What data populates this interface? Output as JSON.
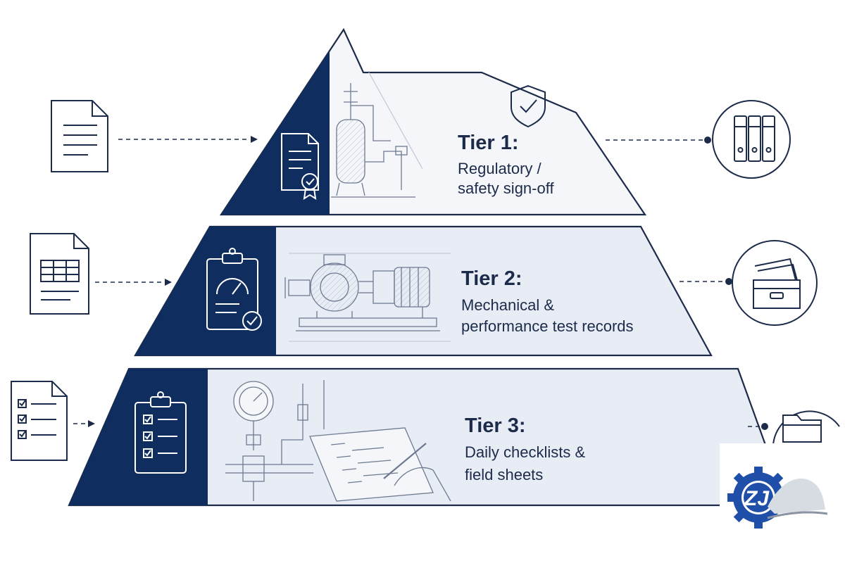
{
  "tiers": [
    {
      "title": "Tier 1:",
      "line1": "Regulatory /",
      "line2": "safety sign-off"
    },
    {
      "title": "Tier 2:",
      "line1": "Mechanical &",
      "line2": "performance test records"
    },
    {
      "title": "Tier 3:",
      "line1": "Daily checklists &",
      "line2": "field sheets"
    }
  ],
  "logo": {
    "text": "ZJ"
  },
  "colors": {
    "navy": "#0f2d5e",
    "band_fill": "#e8edf5",
    "top_fill": "#f4f6fa",
    "line": "#1c2b4a",
    "sketch": "#6d7a90"
  },
  "icons": {
    "left": [
      "text-document-icon",
      "spreadsheet-document-icon",
      "checklist-document-icon"
    ],
    "badges": [
      "certificate-icon",
      "clipboard-gauge-icon",
      "clipboard-checklist-icon"
    ],
    "right": [
      "binders-icon",
      "file-box-icon",
      "folder-icon"
    ]
  }
}
